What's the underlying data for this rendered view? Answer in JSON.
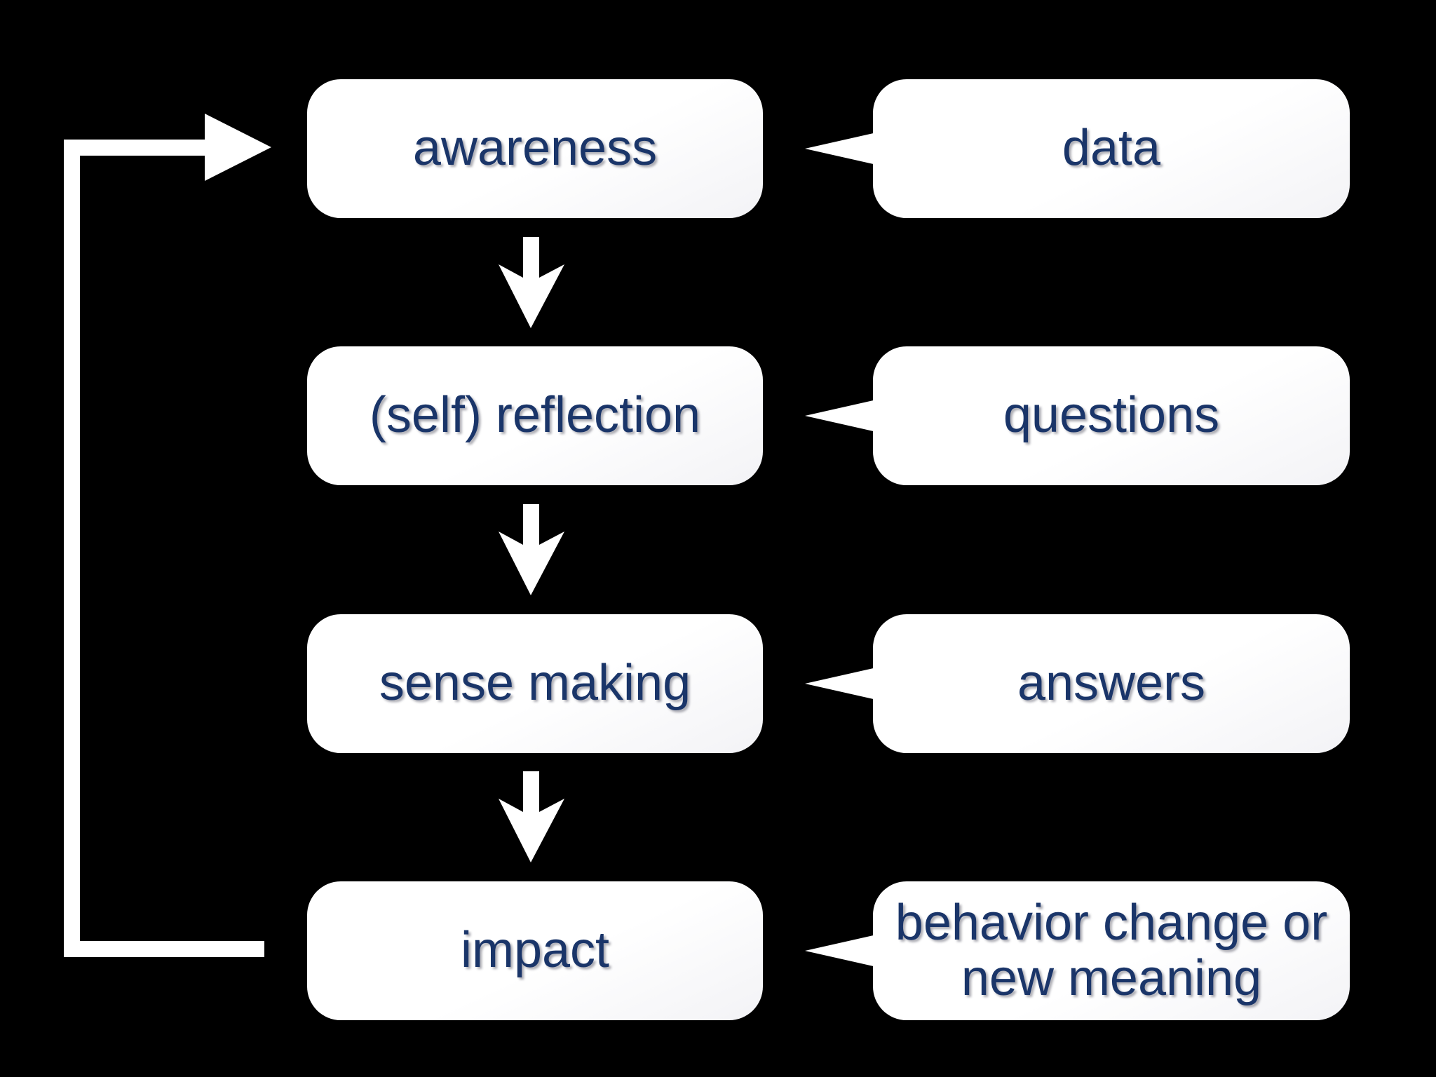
{
  "colors": {
    "background": "#000000",
    "box_fill": "#ffffff",
    "text": "#1a3569",
    "arrow": "#ffffff"
  },
  "stages": [
    {
      "label": "awareness",
      "callout": "data"
    },
    {
      "label": "(self) reflection",
      "callout": "questions"
    },
    {
      "label": "sense making",
      "callout": "answers"
    },
    {
      "label": "impact",
      "callout": "behavior change or new meaning"
    }
  ],
  "arrows": {
    "down_arrows": [
      "awareness-to-reflection",
      "reflection-to-sensemaking",
      "sensemaking-to-impact"
    ],
    "loop_arrow": "impact-to-awareness"
  }
}
